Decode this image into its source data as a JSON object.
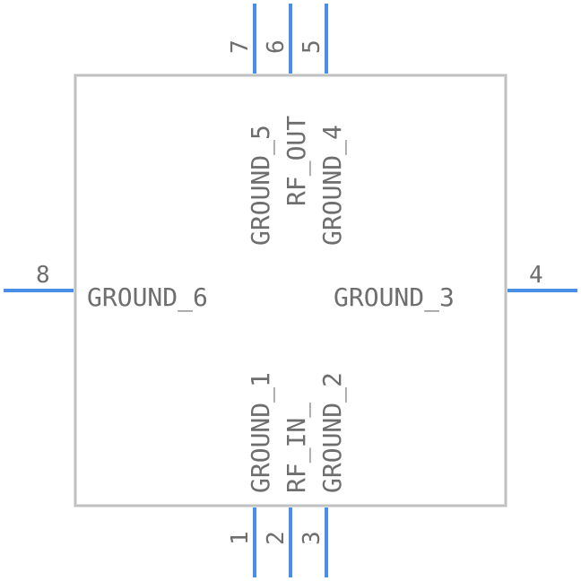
{
  "component": {
    "pins": [
      {
        "number": "1",
        "name": "GROUND_1"
      },
      {
        "number": "2",
        "name": "RF_IN_"
      },
      {
        "number": "3",
        "name": "GROUND_2"
      },
      {
        "number": "4",
        "name": "GROUND_3"
      },
      {
        "number": "5",
        "name": "GROUND_4"
      },
      {
        "number": "6",
        "name": "RF_OUT"
      },
      {
        "number": "7",
        "name": "GROUND_5"
      },
      {
        "number": "8",
        "name": "GROUND_6"
      }
    ]
  },
  "colors": {
    "pin": "#4a8fe7",
    "outline": "#c0c0c0",
    "text": "#6e6e6e"
  }
}
